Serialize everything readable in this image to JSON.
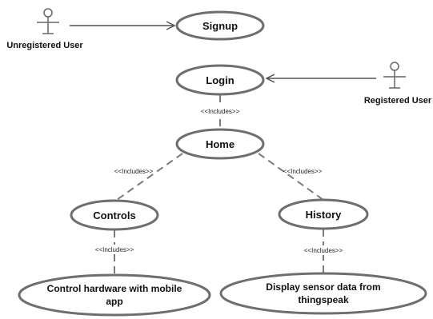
{
  "actors": {
    "unregistered": {
      "label": "Unregistered User"
    },
    "registered": {
      "label": "Registered User"
    }
  },
  "use_cases": {
    "signup": "Signup",
    "login": "Login",
    "home": "Home",
    "controls": "Controls",
    "history": "History",
    "control_hardware": {
      "line1": "Control hardware with mobile",
      "line2": "app"
    },
    "display_sensor": {
      "line1": "Display sensor data from",
      "line2": "thingspeak"
    }
  },
  "relations": {
    "login_home": "<<Includes>>",
    "home_controls": "<<Includes>>",
    "home_history": "<<Includes>>",
    "controls_hardware": "<<Includes>>",
    "history_display": "<<Includes>>"
  }
}
